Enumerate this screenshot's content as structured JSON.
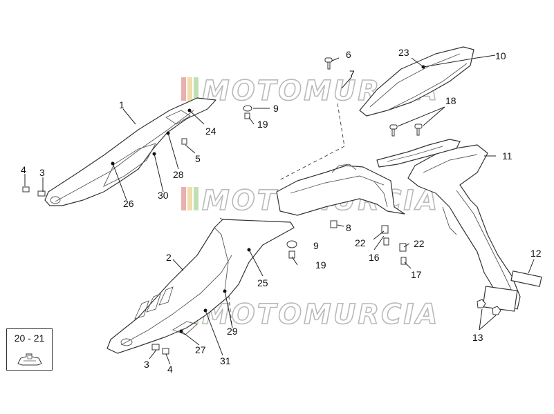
{
  "watermark": {
    "text": "MOTOMURCIA",
    "stripe_colors": [
      "#e9b0b0",
      "#f2dcaa",
      "#bfe0b3"
    ]
  },
  "callouts": {
    "c1": "1",
    "c2": "2",
    "c3a": "3",
    "c3b": "3",
    "c4a": "4",
    "c4b": "4",
    "c5": "5",
    "c6": "6",
    "c7": "7",
    "c8": "8",
    "c9a": "9",
    "c9b": "9",
    "c10": "10",
    "c11": "11",
    "c12": "12",
    "c13": "13",
    "c16": "16",
    "c17": "17",
    "c18": "18",
    "c19a": "19",
    "c19b": "19",
    "c22a": "22",
    "c22b": "22",
    "c23": "23",
    "c24": "24",
    "c25": "25",
    "c26": "26",
    "c27": "27",
    "c28": "28",
    "c29": "29",
    "c30": "30",
    "c31": "31"
  },
  "inset": {
    "label": "20 - 21"
  }
}
